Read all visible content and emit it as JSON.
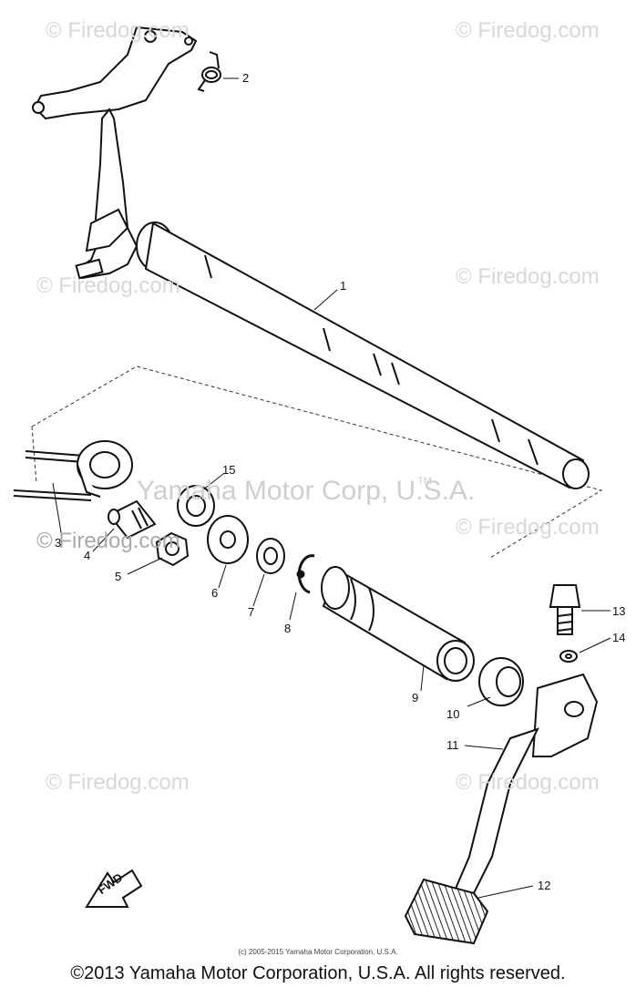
{
  "watermark": "© Firedog.com",
  "watermark_center": "Yamaha Motor Corp, U.S.A.",
  "watermark_tm": "TM",
  "fwd_label": "FWD",
  "callouts": [
    "1",
    "2",
    "3",
    "4",
    "5",
    "6",
    "7",
    "8",
    "9",
    "10",
    "11",
    "12",
    "13",
    "14",
    "15"
  ],
  "small_copyright": "(c) 2005-2015 Yamaha Motor Corporation, U.S.A.",
  "copyright": "©2013 Yamaha Motor Corporation, U.S.A. All rights reserved."
}
